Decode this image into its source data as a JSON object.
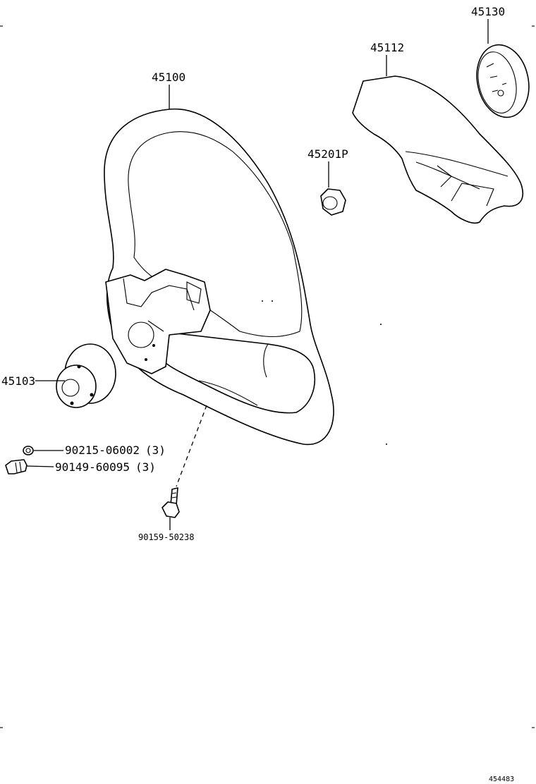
{
  "callouts": {
    "horn_pad": "45130",
    "steering_cover": "45112",
    "steering_wheel": "45100",
    "nut": "45201P",
    "hub": "45103",
    "washer": "90215-06002",
    "washer_qty": "(3)",
    "bolt": "90149-60095",
    "bolt_qty": "(3)",
    "screw": "90159-50238"
  },
  "figure_id": "454483"
}
